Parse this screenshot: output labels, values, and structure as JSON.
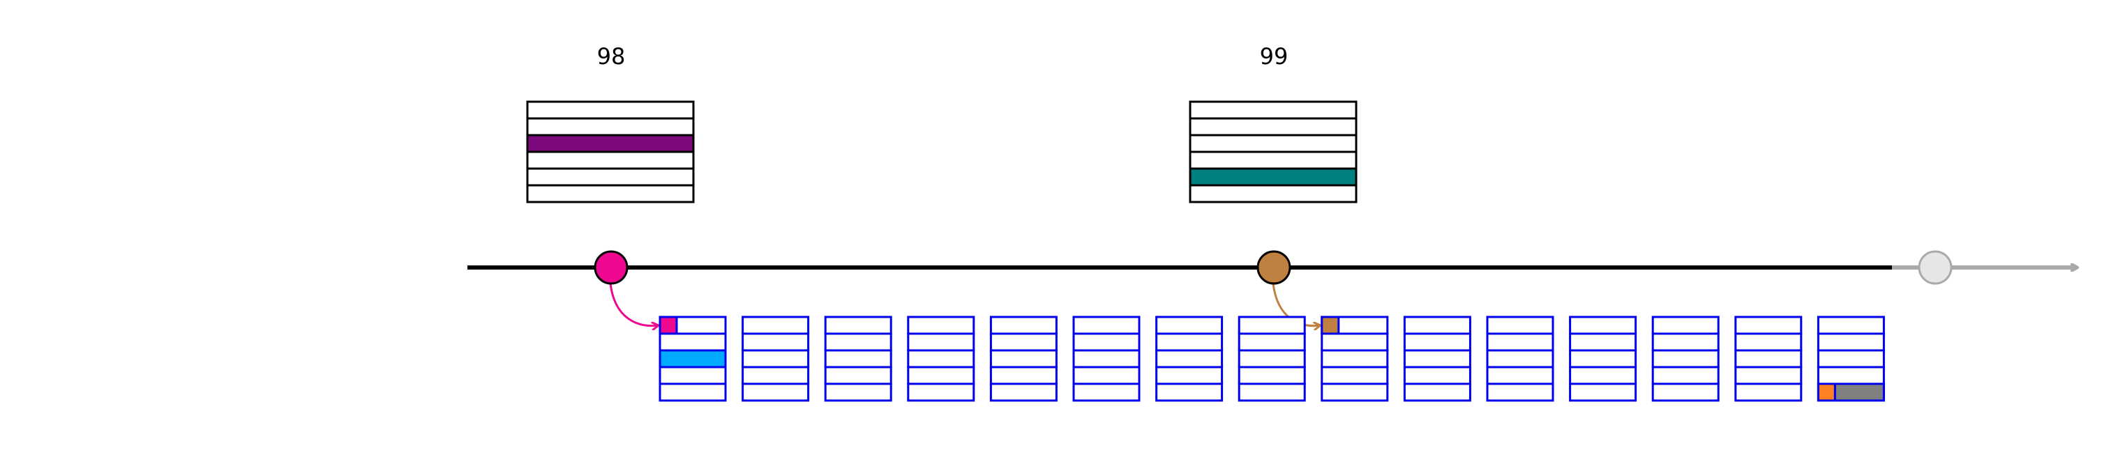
{
  "timeline": {
    "markers": [
      {
        "label": "98",
        "color": "#ee0890",
        "highlight_row": 2,
        "highlight_color": "#7d0a7d"
      },
      {
        "label": "99",
        "color": "#c08040",
        "highlight_row": 4,
        "highlight_color": "#008080"
      }
    ],
    "future_marker_color": "#e6e6e6",
    "axis_color": "#000000",
    "future_axis_color": "#aaaaaa"
  },
  "memory_blocks": {
    "count": 15,
    "rows_per_block": 5,
    "stroke_color": "#0000ee",
    "highlights": [
      {
        "block": 0,
        "row": 0,
        "type": "corner",
        "color": "#ee0890"
      },
      {
        "block": 0,
        "row": 2,
        "type": "full",
        "color": "#00aaff"
      },
      {
        "block": 8,
        "row": 0,
        "type": "corner",
        "color": "#c08040"
      },
      {
        "block": 14,
        "row": 4,
        "type": "corner",
        "color": "#ff8020"
      },
      {
        "block": 14,
        "row": 4,
        "type": "rest",
        "color": "#808080"
      }
    ]
  },
  "arrows": [
    {
      "from_marker": 0,
      "to_block": 0,
      "color": "#ee0890"
    },
    {
      "from_marker": 1,
      "to_block": 8,
      "color": "#c08040"
    }
  ]
}
